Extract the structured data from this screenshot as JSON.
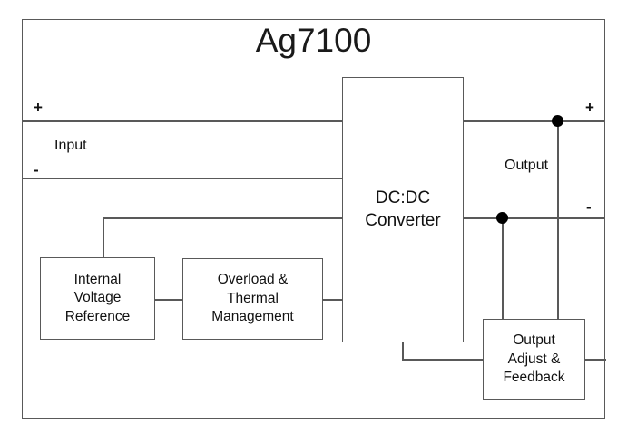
{
  "diagram": {
    "title": "Ag7100",
    "type": "block-diagram",
    "subject": "DC:DC converter module functional block diagram",
    "blocks": [
      {
        "id": "dcdc",
        "label": "DC:DC\nConverter",
        "line1": "DC:DC",
        "line2": "Converter"
      },
      {
        "id": "internal-voltage-reference",
        "label": "Internal Voltage Reference",
        "line1": "Internal",
        "line2": "Voltage",
        "line3": "Reference"
      },
      {
        "id": "overload-thermal-management",
        "label": "Overload & Thermal Management",
        "line1": "Overload &",
        "line2": "Thermal",
        "line3": "Management"
      },
      {
        "id": "output-adjust-feedback",
        "label": "Output Adjust & Feedback",
        "line1": "Output",
        "line2": "Adjust &",
        "line3": "Feedback"
      }
    ],
    "ports": {
      "input_group_label": "Input",
      "input_positive": "+",
      "input_negative": "-",
      "output_group_label": "Output",
      "output_positive": "+",
      "output_negative": "-"
    },
    "colors": {
      "line": "#595959",
      "text": "#111111",
      "junction": "#000000",
      "background": "#ffffff"
    }
  }
}
